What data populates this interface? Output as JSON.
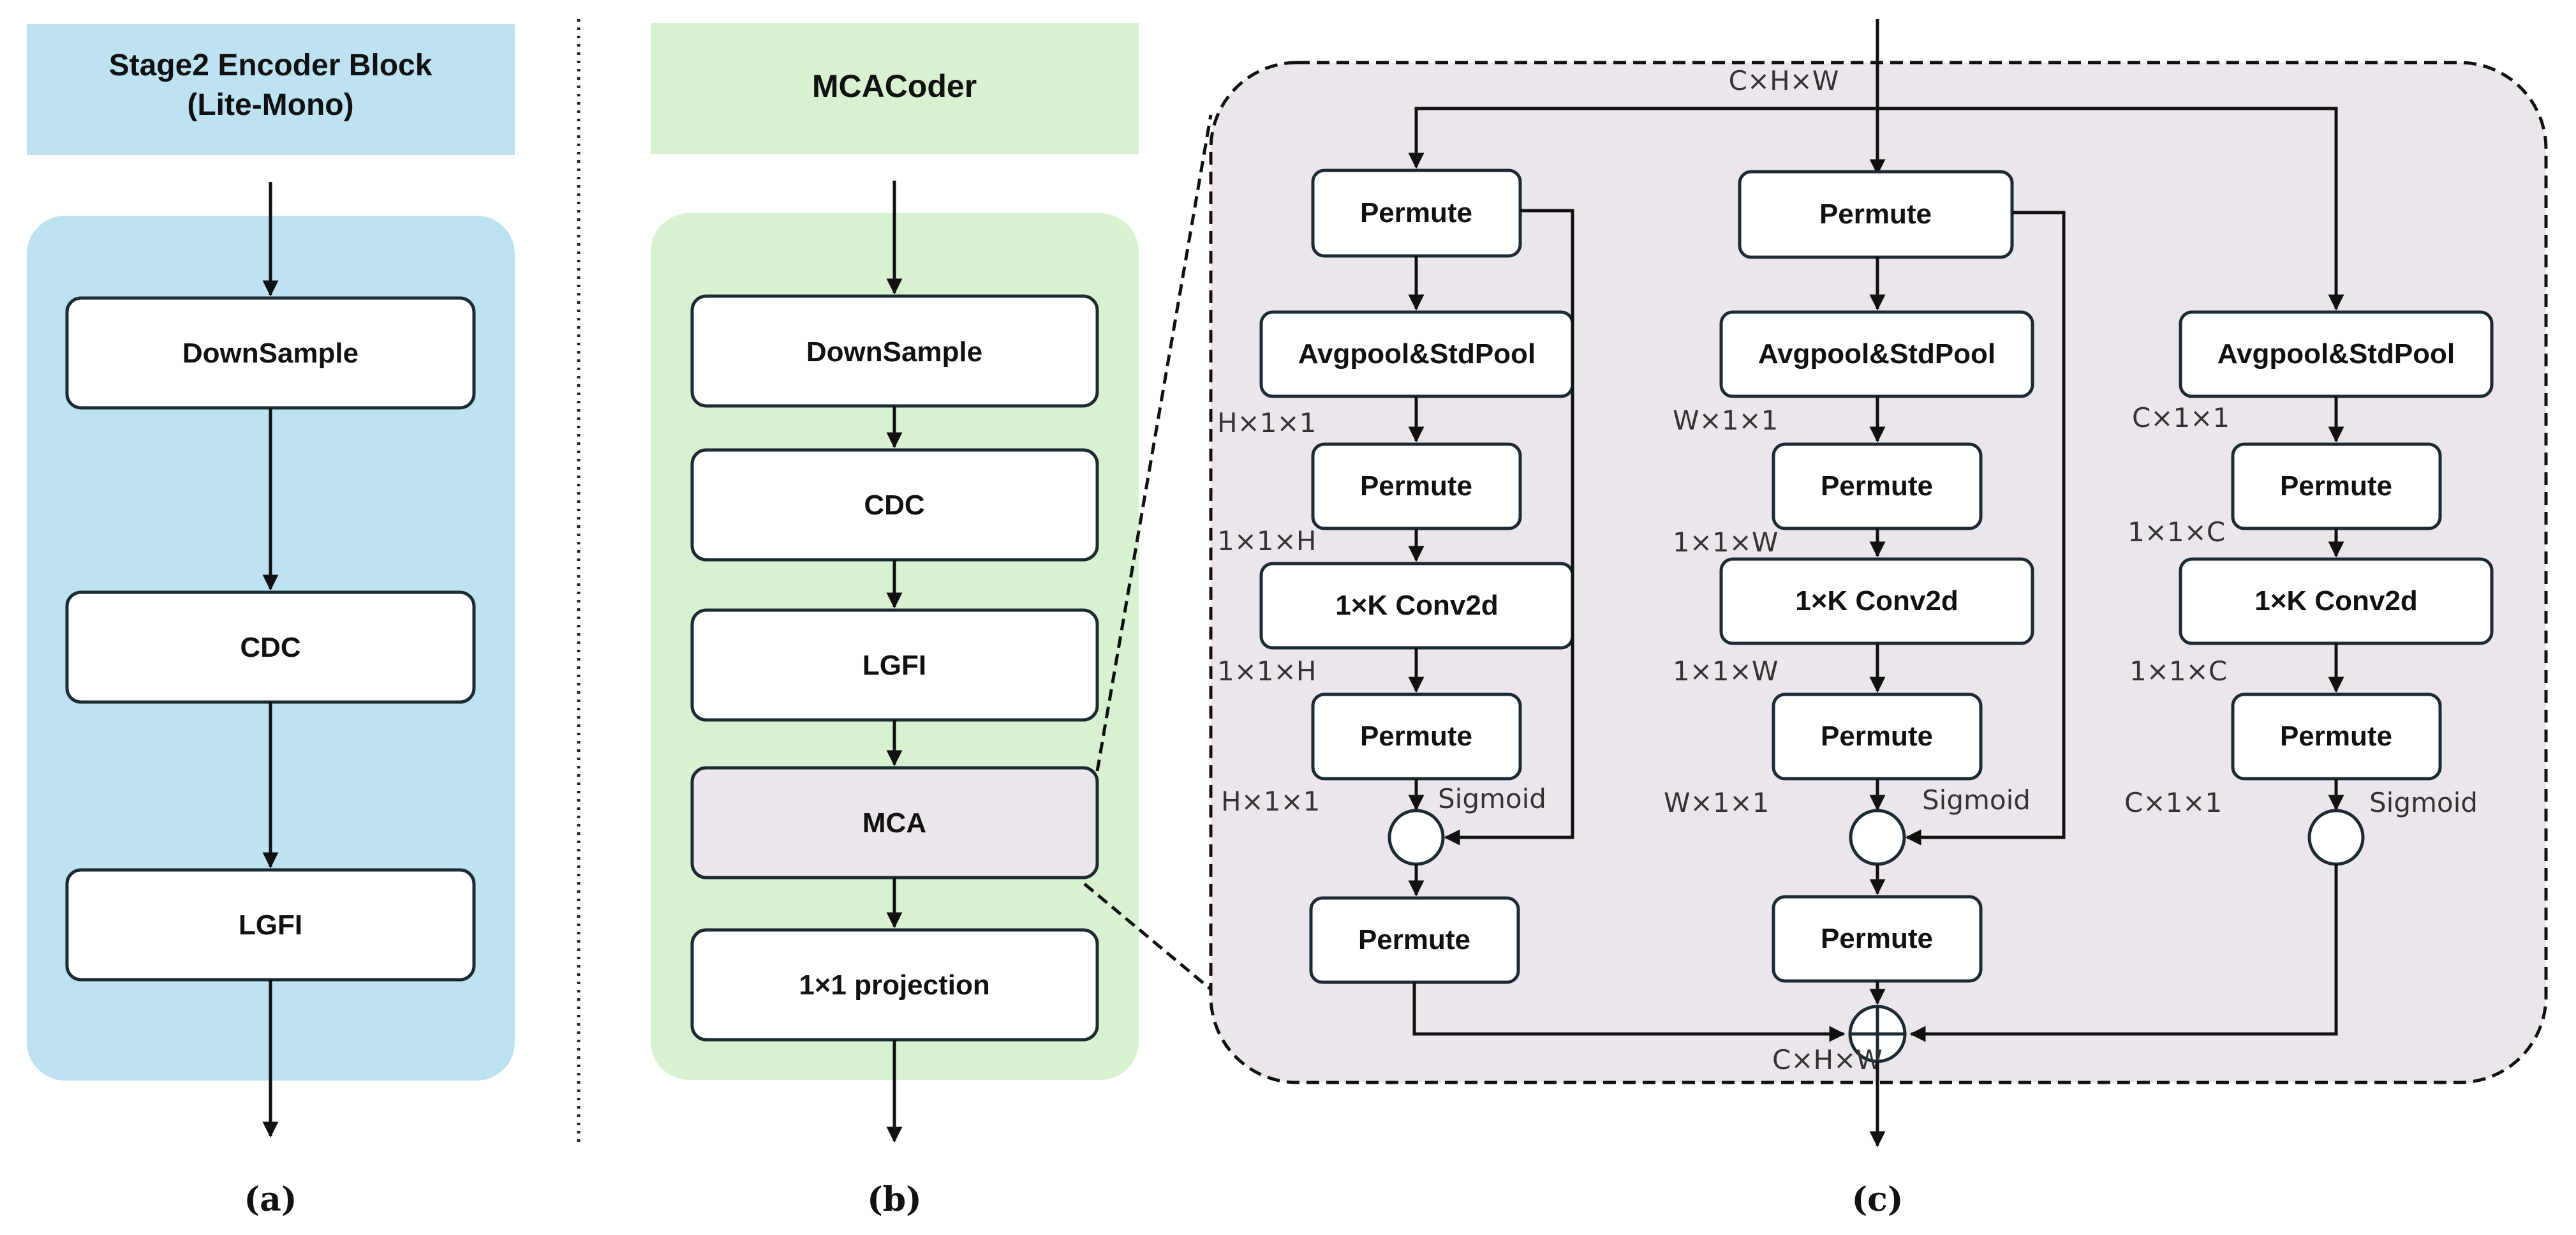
{
  "panel_a": {
    "header_line1": "Stage2 Encoder Block",
    "header_line2": "(Lite-Mono)",
    "blocks": [
      "DownSample",
      "CDC",
      "LGFI"
    ],
    "caption": "(a)"
  },
  "panel_b": {
    "header": "MCACoder",
    "blocks": [
      "DownSample",
      "CDC",
      "LGFI",
      "MCA",
      "1×1 projection"
    ],
    "caption": "(b)"
  },
  "panel_c": {
    "input_dim": "C×H×W",
    "output_dim": "C×H×W",
    "caption": "(c)",
    "branch_left": {
      "permute_top": "Permute",
      "pool": "Avgpool&StdPool",
      "dim1": "H×1×1",
      "permute2": "Permute",
      "dim2": "1×1×H",
      "conv": "1×K Conv2d",
      "dim3": "1×1×H",
      "permute3": "Permute",
      "dim4": "H×1×1",
      "sigmoid": "Sigmoid",
      "permute_out": "Permute"
    },
    "branch_mid": {
      "permute_top": "Permute",
      "pool": "Avgpool&StdPool",
      "dim1": "W×1×1",
      "permute2": "Permute",
      "dim2": "1×1×W",
      "conv": "1×K Conv2d",
      "dim3": "1×1×W",
      "permute3": "Permute",
      "dim4": "W×1×1",
      "sigmoid": "Sigmoid",
      "permute_out": "Permute"
    },
    "branch_right": {
      "pool": "Avgpool&StdPool",
      "dim1": "C×1×1",
      "permute2": "Permute",
      "dim2": "1×1×C",
      "conv": "1×K Conv2d",
      "dim3": "1×1×C",
      "permute3": "Permute",
      "dim4": "C×1×1",
      "sigmoid": "Sigmoid"
    }
  },
  "colors": {
    "panel_a_fill": "#bde3f3",
    "panel_b_fill": "#d8f1d1",
    "mca_fill": "#ece5ec",
    "box_stroke": "#1b2a33"
  }
}
